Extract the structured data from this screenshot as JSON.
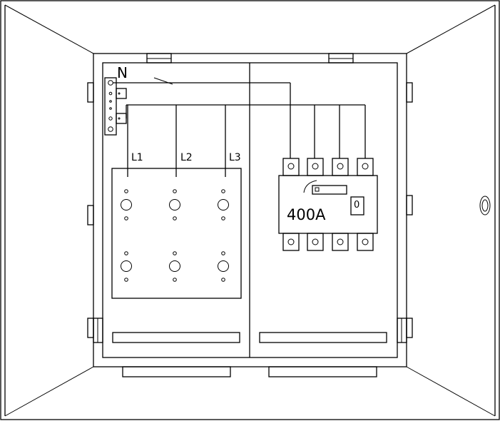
{
  "diagram": {
    "type": "electrical-distribution-cabinet",
    "labels": {
      "neutral": "N",
      "phase1": "L1",
      "phase2": "L2",
      "phase3": "L3",
      "breaker_rating": "400A",
      "breaker_indicator": "0"
    },
    "components": {
      "neutral_bar": {
        "terminals": 6
      },
      "phase_panel": {
        "phases": 3,
        "rows": 2
      },
      "main_breaker": {
        "poles": 4,
        "rating": "400A"
      }
    },
    "colors": {
      "line": "#000000",
      "background": "#ffffff"
    }
  }
}
